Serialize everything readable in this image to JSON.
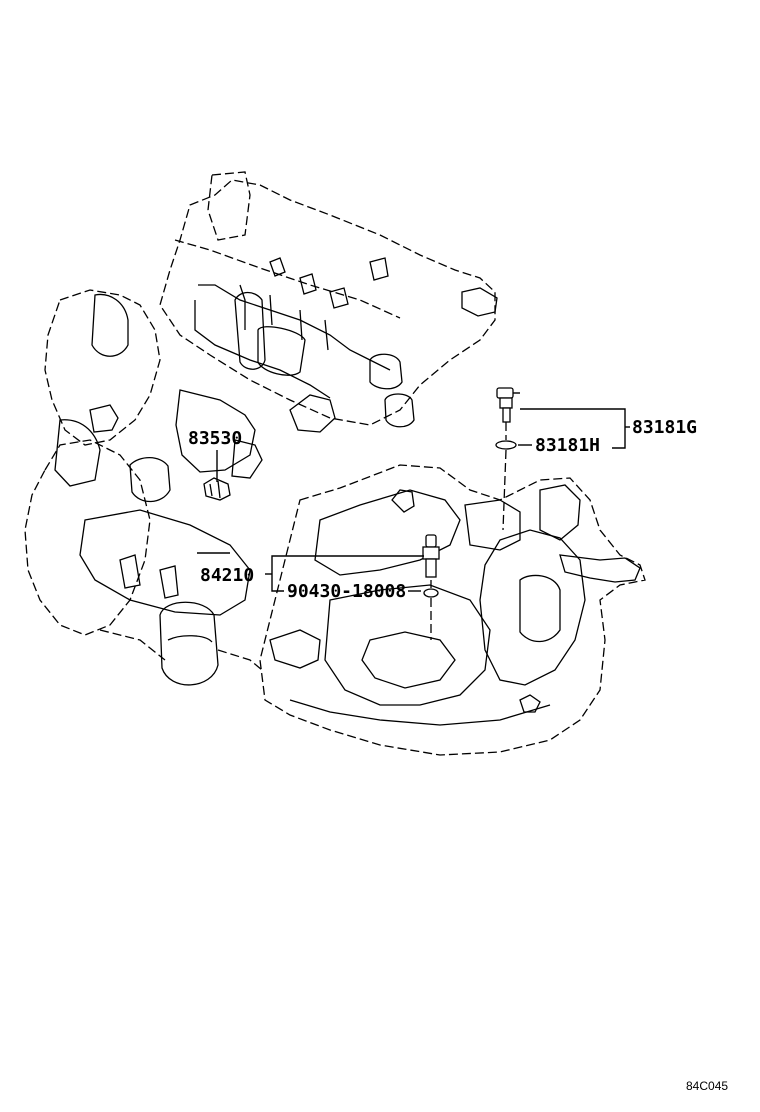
{
  "callouts": {
    "p83181G": "83181G",
    "p83181H": "83181H",
    "p83530": "83530",
    "p84210": "84210",
    "p90430": "90430-18008"
  },
  "diagram_code": "84C045"
}
